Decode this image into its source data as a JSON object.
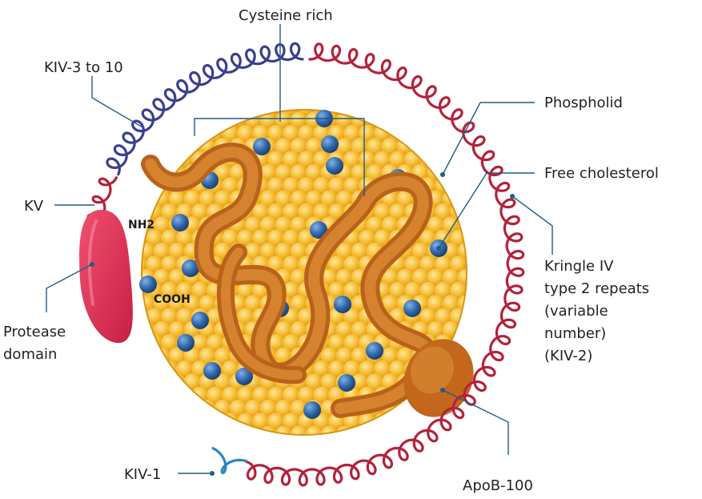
{
  "labels": {
    "cysteine_rich": "Cysteine rich",
    "kiv_3_to_10": "KIV-3 to 10",
    "phospholid": "Phospholid",
    "free_cholesterol": "Free cholesterol",
    "kv": "KV",
    "nh2": "NH2",
    "cooh": "COOH",
    "kringle_lines": [
      "Kringle IV",
      "type 2 repeats",
      "(variable",
      "number)",
      "(KIV-2)"
    ],
    "protease_lines": [
      "Protease",
      "domain"
    ],
    "kiv_1": "KIV-1",
    "apob_100": "ApoB-100"
  },
  "colors": {
    "lipid_core": "#f4b52a",
    "cholesterol": "#2f66a8",
    "apob": "#c86f1f",
    "kiv_2_strand": "#b3223a",
    "kiv_3_10_strand": "#3a3f8f",
    "kiv_1_strand": "#2a86c4",
    "protease": "#e0335a",
    "leader": "#1f5d86"
  }
}
